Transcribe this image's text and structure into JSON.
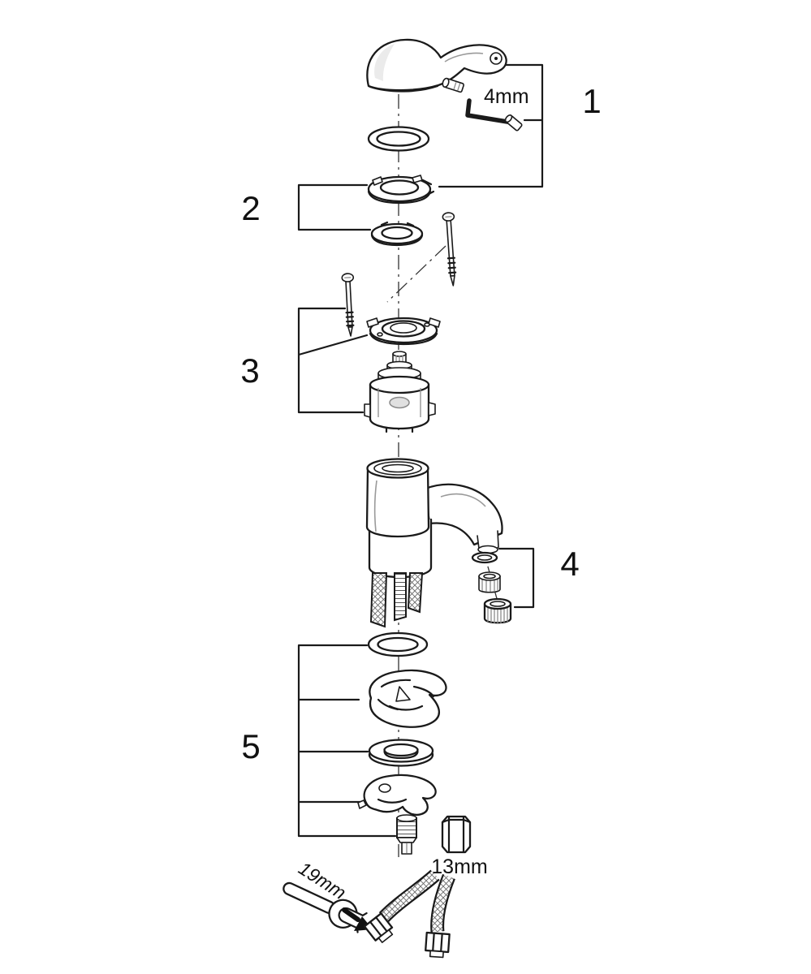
{
  "canvas": {
    "background": "#ffffff",
    "line_color": "#1a1a1a"
  },
  "diagram": {
    "part_group_labels": [
      "1",
      "2",
      "3",
      "4",
      "5"
    ],
    "annotations": {
      "hex_key_size": "4mm",
      "socket_size": "13mm",
      "wrench_size": "19mm"
    }
  }
}
